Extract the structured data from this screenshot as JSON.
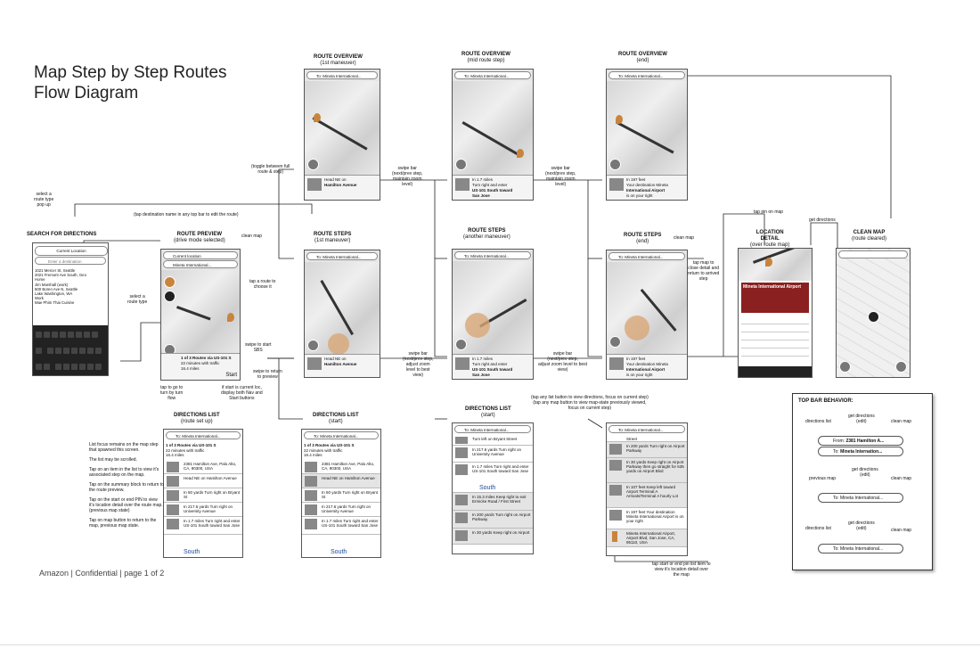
{
  "title": [
    "Map Step by Step Routes",
    "Flow Diagram"
  ],
  "footer": "Amazon  |  Confidential  |  page 1 of 2",
  "screens": {
    "search": {
      "title": "SEARCH FOR DIRECTIONS",
      "current": "Current Location",
      "dest": "Enter a destination",
      "results": [
        "1021 Mercer St, Seattle",
        "2021 Fremont Ave South, Geo",
        "Home",
        "Jim Marshall (work)",
        "500 Boren Ave N, Seattle",
        "Lake Washington, WA",
        "Work",
        "Mae Phim Thai Cuisine"
      ]
    },
    "route_preview": {
      "title": "ROUTE PREVIEW",
      "sub": "(drive mode selected)",
      "current": "Current location",
      "dest": "Mineta International...",
      "summary": [
        "1 of 3 Routes via US-101 S",
        "22 minutes with traffic",
        "16.4 miles"
      ],
      "start": "Start"
    },
    "ro1": {
      "title": "ROUTE OVERVIEW",
      "sub": "(1st maneuver)",
      "bar": "To: Mineta International...",
      "step": [
        "Head NE on",
        "Hamilton Avenue"
      ]
    },
    "ro_mid": {
      "title": "ROUTE OVERVIEW",
      "sub": "(mid route step)",
      "bar": "To: Mineta International...",
      "step": [
        "In 1.7 miles",
        "Turn right and enter",
        "US-101 South toward",
        "San Jose"
      ]
    },
    "ro_end": {
      "title": "ROUTE OVERVIEW",
      "sub": "(end)",
      "bar": "To: Mineta International...",
      "step": [
        "In 197 feet",
        "Your destination Mineta",
        "International Airport",
        "is on your right"
      ]
    },
    "rs1": {
      "title": "ROUTE STEPS",
      "sub": "(1st maneuver)",
      "bar": "To: Mineta International...",
      "step": [
        "Head NE on",
        "Hamilton Avenue"
      ]
    },
    "rs_another": {
      "title": "ROUTE STEPS",
      "sub": "(another maneuver)",
      "bar": "To: Mineta International...",
      "step": [
        "In 1.7 miles",
        "Turn right and enter",
        "US-101 South toward",
        "San Jose"
      ]
    },
    "rs_end": {
      "title": "ROUTE STEPS",
      "sub": "(end)",
      "bar": "To: Mineta International...",
      "step": [
        "In 197 feet",
        "Your destination Mineta",
        "International Airport",
        "is on your right"
      ]
    },
    "location": {
      "title": "LOCATION",
      "sub1": "DETAIL",
      "sub2": "(over route map)",
      "name": "Mineta International Airport"
    },
    "clean": {
      "title": "CLEAN MAP",
      "sub": "(route cleared)"
    },
    "dl_setup": {
      "title": "DIRECTIONS LIST",
      "sub": "(route set up)",
      "bar": "To: Mineta International...",
      "summary": [
        "1 of 3 Routes via US-101 S",
        "22 minutes with traffic",
        "16.4 miles"
      ],
      "rows": [
        "2381 Hamilton Ave, Palo Alto, CA, 90300, USA",
        "Head NE on Hamilton Avenue",
        "In 50 yards Turn right on Bryant St",
        "In 217.6 yards Turn right on University Avenue",
        "In 1.7 miles Turn right and enter US-101 South toward San Jose"
      ],
      "sign": "South"
    },
    "dl_start": {
      "title": "DIRECTIONS LIST",
      "sub": "(start)",
      "bar": "To: Mineta International...",
      "summary": [
        "1 of 3 Routes via US-101 S",
        "22 minutes with traffic",
        "16.4 miles"
      ],
      "rows": [
        "2381 Hamilton Ave, Palo Alto, CA, 90300, USA",
        "Head NE on Hamilton Avenue",
        "In 50 yards Turn right on Bryant St",
        "In 217.6 yards Turn right on University Avenue",
        "In 1.7 miles Turn right and enter US-101 South toward San Jose"
      ],
      "sign": "South"
    },
    "dl_start2": {
      "title": "DIRECTIONS LIST",
      "sub": "(start)",
      "bar": "To: Mineta International...",
      "rows": [
        "Turn left on Bryant Street",
        "In 217.6 yards Turn right on University Avenue",
        "In 1.7 miles Turn right and enter US-101 South toward San Jose",
        "In 15.3 miles Keep right to exit Ermicke Road / First Street",
        "In 200 yards Turn right on Airport Parkway",
        "In 30 yards Keep right on Airport"
      ],
      "sign": "South"
    },
    "dl_end": {
      "rows": [
        "Street",
        "In 200 yards Turn right on Airport Parkway",
        "In 30 yards Keep right on Airport Parkway then go straight for 635 yards on Airport Blvd",
        "In 107 feet Keep left toward Airport Terminal A Arrivals/Terminal A hourly Lot",
        "In 197 feet Your destination Mineta International Airport is on your right",
        "Mineta International Airport, Airport Blvd, San Jose, CA, 95110, USA"
      ]
    }
  },
  "notes": {
    "select_route_type": "select a\nroute type\npop up",
    "tap_dest": "(tap destination name in any top bar to edit the route)",
    "toggle": "(toggle between full\nroute & step)",
    "swipe1": "swipe bar\n(next/prev step,\nmaintain zoom\nlevel)",
    "swipe2": "swipe bar\n(next/prev step,\nmaintain zoom\nlevel)",
    "select_route_type2": "select a\nroute type",
    "clean_map1": "clean map",
    "tap_route": "tap a route to\nchoose it",
    "swipe_start": "swipe to start\nSBS",
    "swipe_return": "swipe to return\nto preview",
    "swipe3": "swipe bar\n(next/prev step,\nadjust zoom\nlevel to best\nview)",
    "swipe4": "swipe bar\n(next/prev step,\nadjust zoom level to best\nview)",
    "tap_go": "tap to go to\nturn by turn\nflow",
    "if_start": "if start is current loc,\ndisplay both Nav and\nStart buttons",
    "tap_list": "(tap any list button to view directions, focus on current step)\n(tap any map button to view map-state previously viewed,\nfocus on current step)",
    "tap_pin": "tap pin on map",
    "tap_map_close": "tap map to\nclose detail and\nreturn to arrived\nstep",
    "clean_map2": "clean map",
    "get_directions": "get directions",
    "tap_start_end": "tap start or end pin list item to\nview it's location detail over\nthe map"
  },
  "left_notes": [
    "List focus remains on the map step that spawned this screen.",
    "The list may be scrolled.",
    "Tap on an item in the list to view it's associated step on the map.",
    "Tap on the summary block to return to the route preview.",
    "Tap on the start or end PIN to view it's location detail over the route map. (previous map state)",
    "Tap on map button to return to the map, previous map state."
  ],
  "top_bar": {
    "title": "TOP BAR BEHAVIOR:",
    "row1": {
      "left": "directions list",
      "mid": "get directions\n(edit)",
      "right": "clean map",
      "from": "From:",
      "from_val": "2381 Hamilton A...",
      "to": "To:",
      "to_val": "Mineta Internation..."
    },
    "row2": {
      "left": "previous map",
      "mid": "get directions\n(edit)",
      "right": "clean map",
      "val": "To: Mineta International..."
    },
    "row3": {
      "left": "directions list",
      "mid": "get directions\n(edit)",
      "right": "clean map",
      "val": "To: Mineta International..."
    }
  }
}
